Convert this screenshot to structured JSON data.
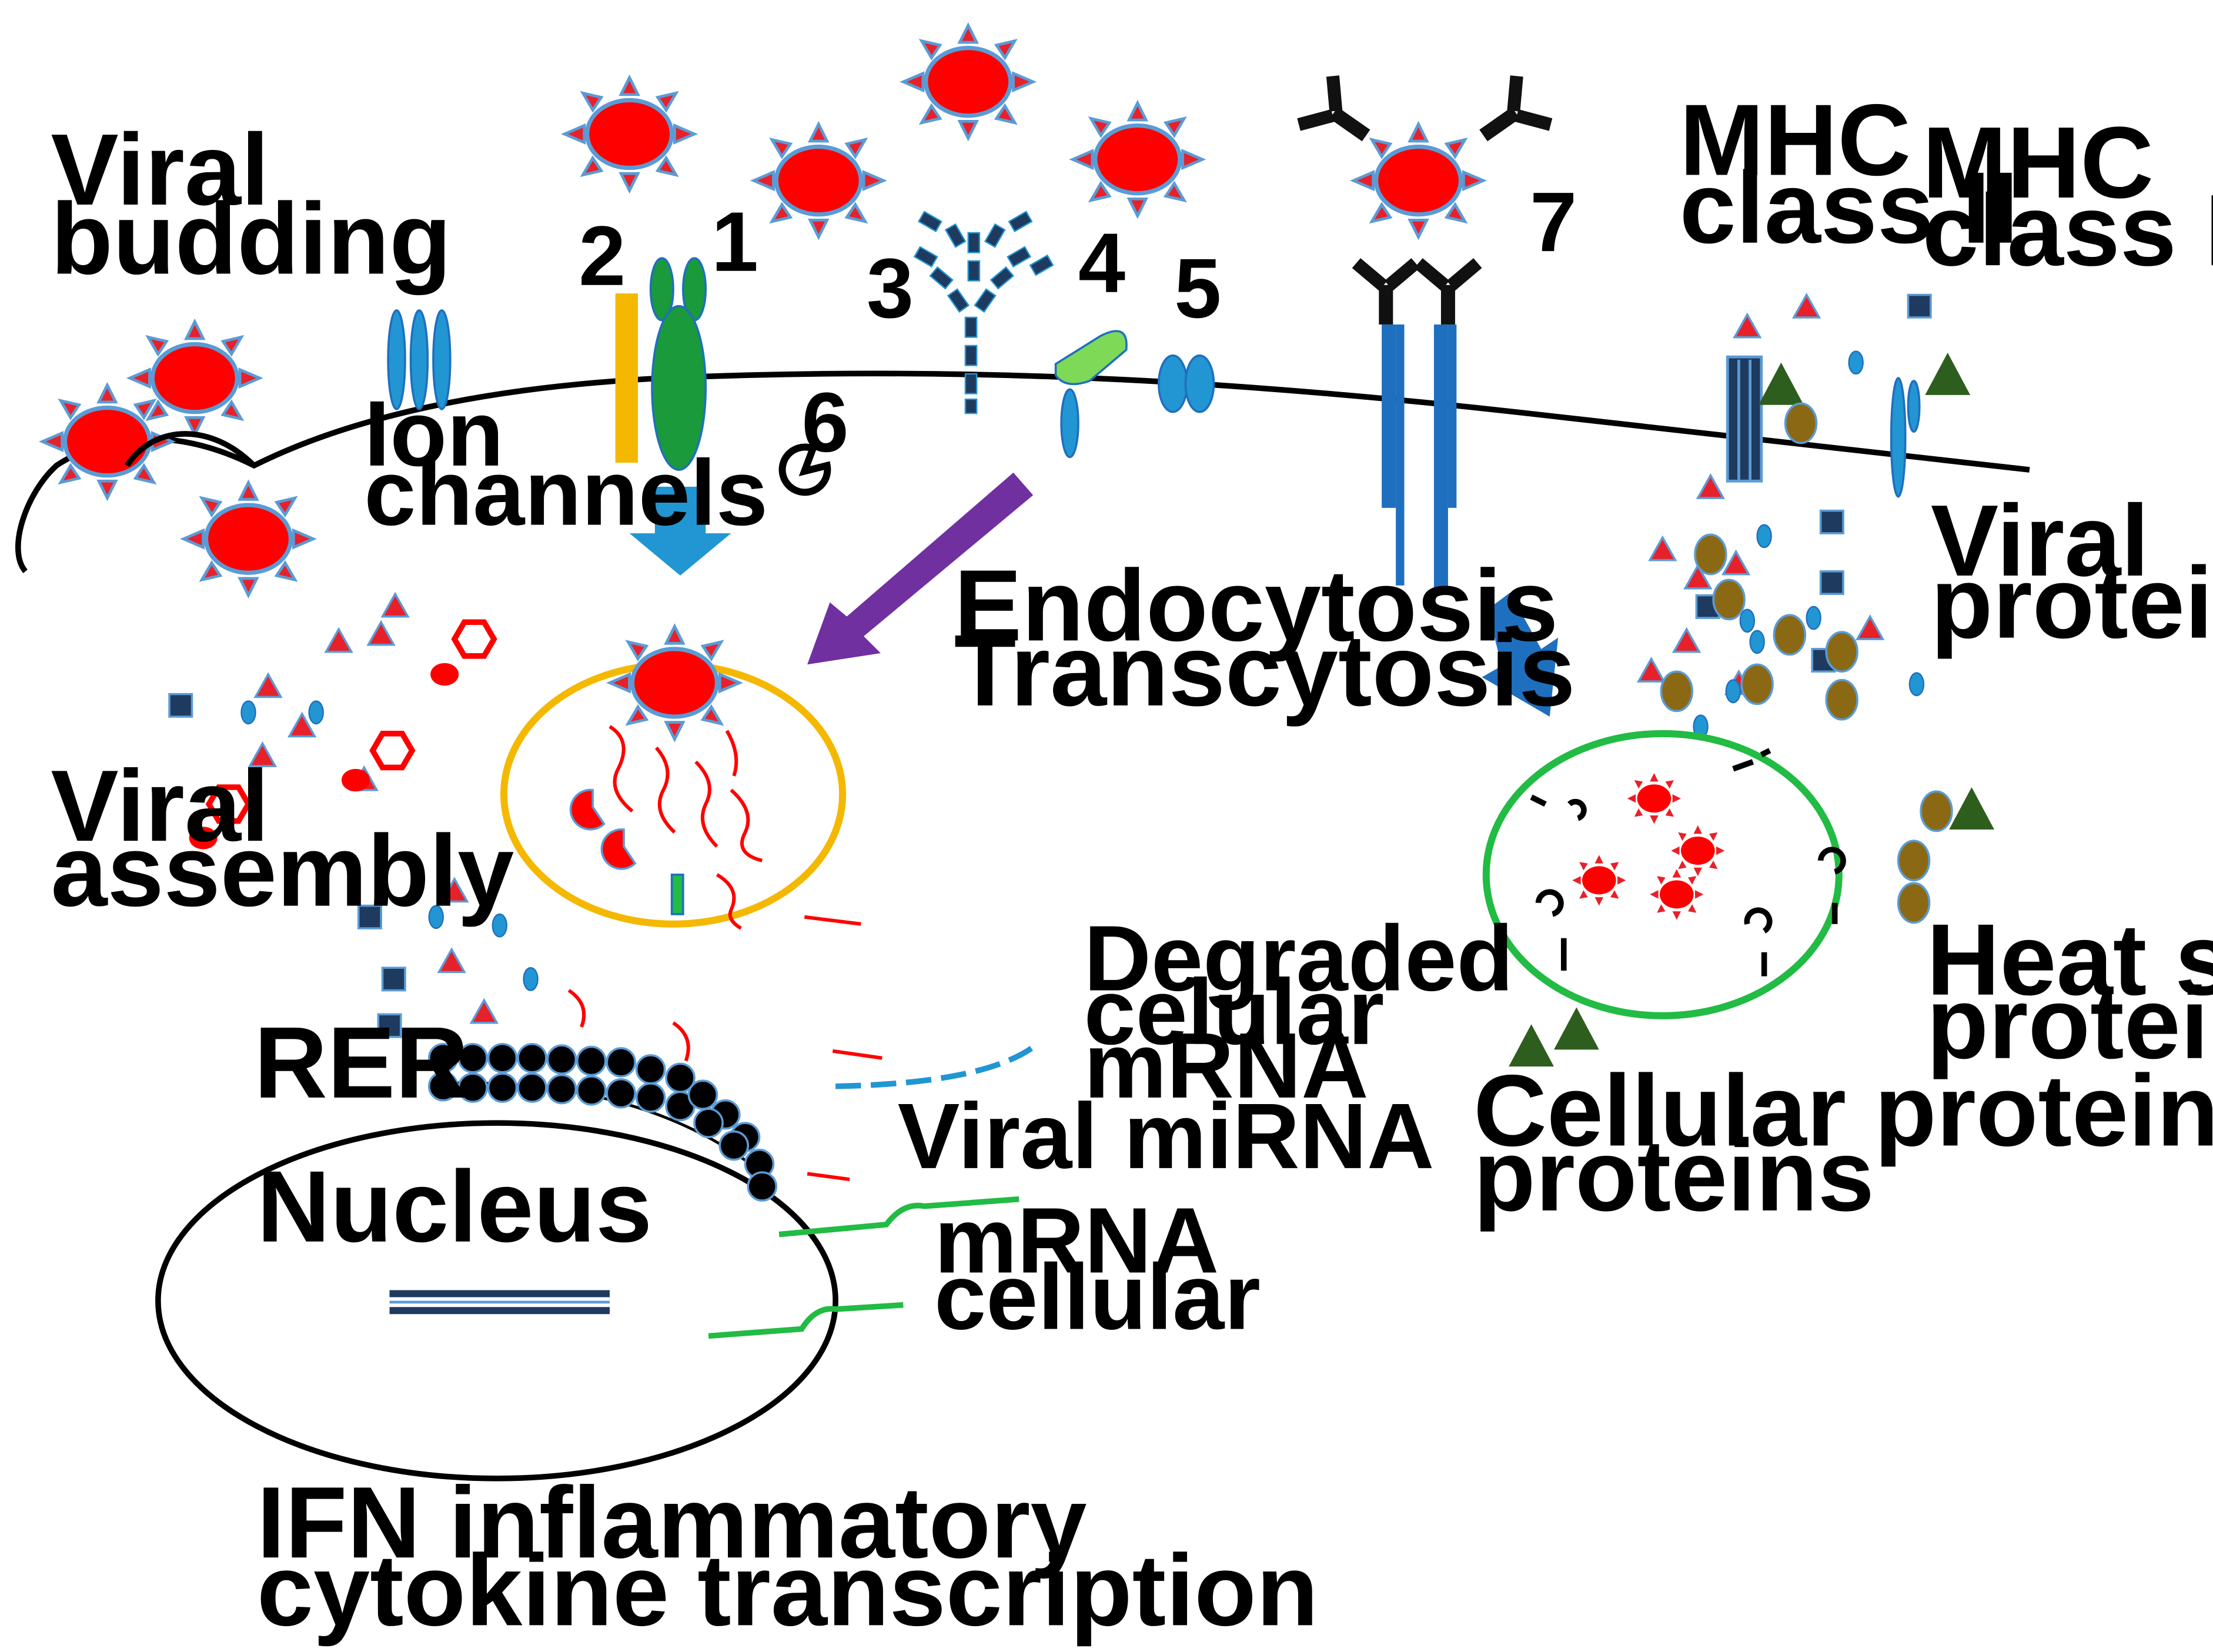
{
  "labels": {
    "viral_budding": [
      "Viral",
      "budding"
    ],
    "ion_channels": [
      "Ion",
      "channels"
    ],
    "num_1": "1",
    "num_2": "2",
    "num_3": "3",
    "num_4": "4",
    "num_5": "5",
    "num_6": "6",
    "num_7": "7",
    "mhc_class_ii": [
      "MHC",
      "class II"
    ],
    "mhc_class_i": [
      "MHC",
      "class I"
    ],
    "viral_proteins": [
      "Viral",
      "proteins"
    ],
    "endocytosis": [
      "Endocytosis",
      "Transcytosis"
    ],
    "viral_assembly": [
      "Viral",
      "assembly"
    ],
    "heat_shock": [
      "Heat shock",
      "proteins"
    ],
    "degraded_mrna": [
      "Degraded",
      "celular",
      "mRNA"
    ],
    "rer": "RER",
    "viral_mirna": "Viral miRNA",
    "nucleus": "Nucleus",
    "mrna_cellular": [
      "mRNA",
      "cellular"
    ],
    "cellular_proteins": [
      "Cellular proteins",
      "proteins"
    ],
    "ifn": [
      "IFN inflammatory",
      "cytokine transcription"
    ]
  },
  "icons": {
    "virion": "red-spiked-virus-icon",
    "antibody": "y-shaped-antibody-icon",
    "hsp": "green-triangle-icon",
    "viral_protein": "brown-oval-icon"
  },
  "colors": {
    "virus_body": "#ff0000",
    "virus_spike": "#e8202a",
    "virus_outline": "#5b9bd5",
    "membrane": "#000000",
    "receptor_blue": "#1f6fbf",
    "receptor_green": "#1a9a3a",
    "endosome": "#f5b800",
    "phagosome": "#22bb44",
    "arrow_blue": "#2196d3",
    "arrow_purple": "#7030a0",
    "hsp_green": "#2e5e1e",
    "brown": "#8b6914",
    "navy": "#1f3a5f",
    "mrna_green": "#22bb44"
  }
}
